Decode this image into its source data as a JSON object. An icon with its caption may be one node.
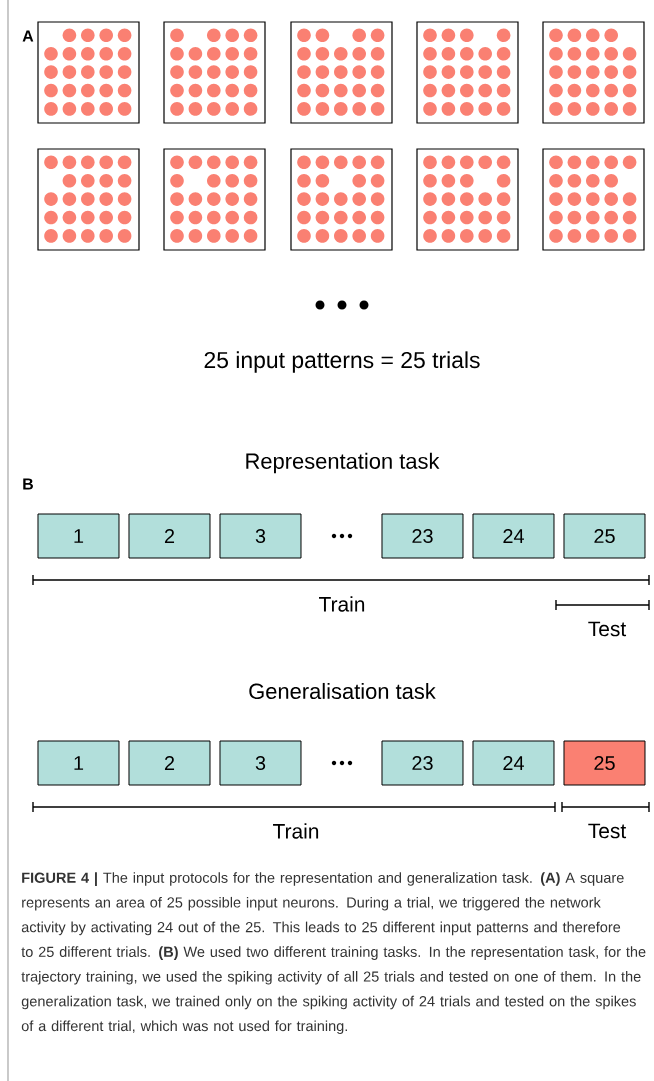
{
  "diagram": {
    "caption": "**FIGURE 4 |** The input protocols for the representation and generalization task. **(A)** A square represents an area of 25 possible input neurons. During a trial, we triggered the network activity by activating 24 out of the 25. This leads to 25 different input patterns and therefore to 25 different trials. **(B)** We used two different training tasks. In the representation task, for the trajectory training, we used the spiking activity of all 25 trials and tested on one of them. In the generalization task, we trained only on the spiking activity of 24 trials and tested on the spikes of a different trial, which was not used for training.",
    "nodes": [
      {
        "text": [
          "1"
        ]
      },
      {
        "text": [
          "2"
        ]
      },
      {
        "text": [
          "3"
        ]
      },
      {
        "text": [
          "23"
        ]
      },
      {
        "text": [
          "24"
        ]
      },
      {
        "text": [
          "25"
        ]
      },
      {
        "text": [
          "1"
        ]
      },
      {
        "text": [
          "2"
        ]
      },
      {
        "text": [
          "3"
        ]
      },
      {
        "text": [
          "23"
        ]
      },
      {
        "text": [
          "24"
        ]
      },
      {
        "text": [
          "25"
        ]
      }
    ],
    "labels": [
      "A",
      "25 input patterns = 25 trials",
      "Representation task",
      "B",
      "Train",
      "Test",
      "Generalisation task",
      "Train",
      "Test"
    ]
  }
}
